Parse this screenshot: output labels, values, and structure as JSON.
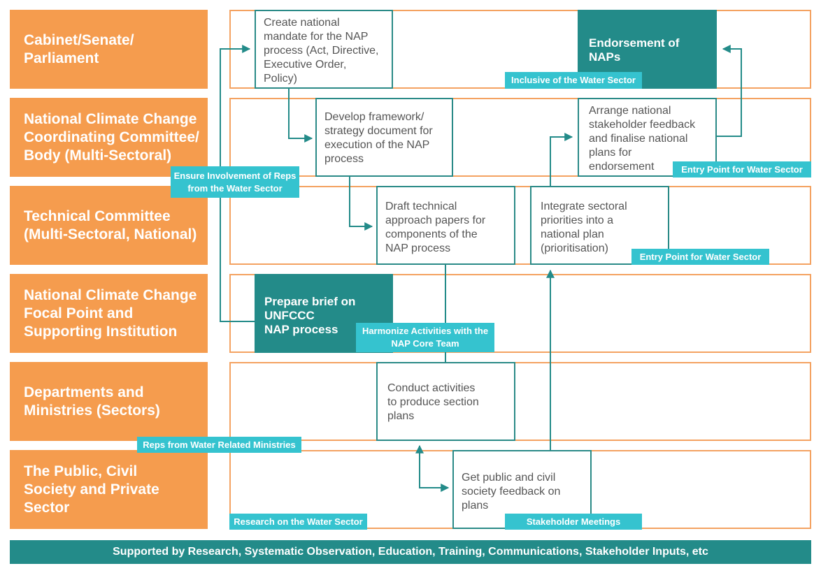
{
  "lanes": [
    {
      "label": "Cabinet/Senate/\nParliament"
    },
    {
      "label": "National Climate Change\nCoordinating Committee/\nBody (Multi-Sectoral)"
    },
    {
      "label": "Technical Committee\n(Multi-Sectoral, National)"
    },
    {
      "label": "National Climate Change\nFocal Point and\nSupporting Institution"
    },
    {
      "label": "Departments and\nMinistries (Sectors)"
    },
    {
      "label": "The Public, Civil\nSociety and Private\nSector"
    }
  ],
  "boxes": {
    "mandate": "Create national\nmandate for the NAP\nprocess (Act, Directive,\nExecutive Order,\nPolicy)",
    "endorsement": "Endorsement of\nNAPs",
    "framework": "Develop framework/\nstrategy document for\nexecution of the NAP\nprocess",
    "feedback_final": "Arrange national\nstakeholder feedback\nand finalise national\nplans for\nendorsement",
    "technical_papers": "Draft technical\napproach papers for\ncomponents of the\nNAP process",
    "integrate": "Integrate sectoral\npriorities into a\nnational plan\n(prioritisation)",
    "brief": "Prepare brief on\nUNFCCC\nNAP process",
    "conduct": "Conduct activities\nto produce section\nplans",
    "public_feedback": "Get public and civil\nsociety feedback on\nplans"
  },
  "tags": {
    "inclusive": "Inclusive of the Water Sector",
    "entry1": "Entry Point for Water Sector",
    "ensure": "Ensure Involvement of Reps\nfrom the Water Sector",
    "entry2": "Entry Point for Water Sector",
    "harmonize": "Harmonize Activities with the\nNAP Core Team",
    "reps": "Reps from Water Related Ministries",
    "research": "Research on the Water Sector",
    "stakeholder": "Stakeholder Meetings"
  },
  "footer": "Supported by Research, Systematic Observation, Education, Training, Communications, Stakeholder Inputs, etc",
  "colors": {
    "lane_label": "#f59c4e",
    "lane_border": "#f4a261",
    "teal_dark": "#238b89",
    "teal_light": "#35c3cf"
  }
}
